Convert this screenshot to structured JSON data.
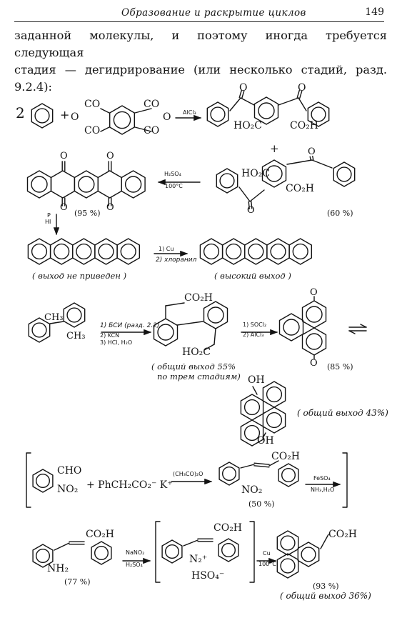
{
  "header": {
    "running_title": "Образование и раскрытие циклов",
    "page_number": "149"
  },
  "intro": {
    "line1": "заданной молекулы, и поэтому иногда требуется следующая",
    "line2": "стадия — дегидрирование (или несколько стадий, разд. 9.2.4):"
  },
  "scheme1": {
    "coef": "2",
    "plus": "+",
    "co": "CO",
    "o": "O",
    "reagent": "AlCl₃",
    "ho2c": "HO₂C",
    "co2h": "CO₂H",
    "plus2": "+",
    "h2so4": "H₂SO₄",
    "temp": "100°C",
    "yield_dione": "(95 %)",
    "yield_acid": "(60 %)",
    "p": "P",
    "hi": "HI",
    "step1": "1) Cu",
    "step2": "2) хлоранил",
    "no_yield": "( выход не приведен )",
    "high_yield": "( высокий выход )"
  },
  "scheme2": {
    "ch3": "CH₃",
    "step1": "1) БСИ (разд. 2.2)",
    "step2": "2) KCN",
    "step3": "3) HCl, H₂O",
    "co2h": "CO₂H",
    "ho2c": "HO₂C",
    "overall1": "( общий выход 55%",
    "overall2": "по трем стадиям)",
    "socl2": "1) SOCl₂",
    "alcl3": "2) AlCl₃",
    "o": "O",
    "yield": "(85 %)",
    "oh": "OH",
    "overall3": "( общий выход 43%)"
  },
  "scheme3": {
    "cho": "CHO",
    "no2": "NO₂",
    "reagent": "+ PhCH₂CO₂⁻ K⁺",
    "anhydride": "(CH₃CO)₂O",
    "co2h": "CO₂H",
    "yield": "(50 %)",
    "feso4": "FeSO₄",
    "nh3": "NH₃,H₂O",
    "nh2": "NH₂",
    "yield2": "(77 %)",
    "nano2": "NaNO₂",
    "h2so4": "H₂SO₄",
    "n2": "N₂⁺",
    "hso4": "HSO₄⁻",
    "cu": "Cu",
    "temp": "100°C",
    "yield3": "(93 %)",
    "overall": "( общий выход 36%)"
  }
}
